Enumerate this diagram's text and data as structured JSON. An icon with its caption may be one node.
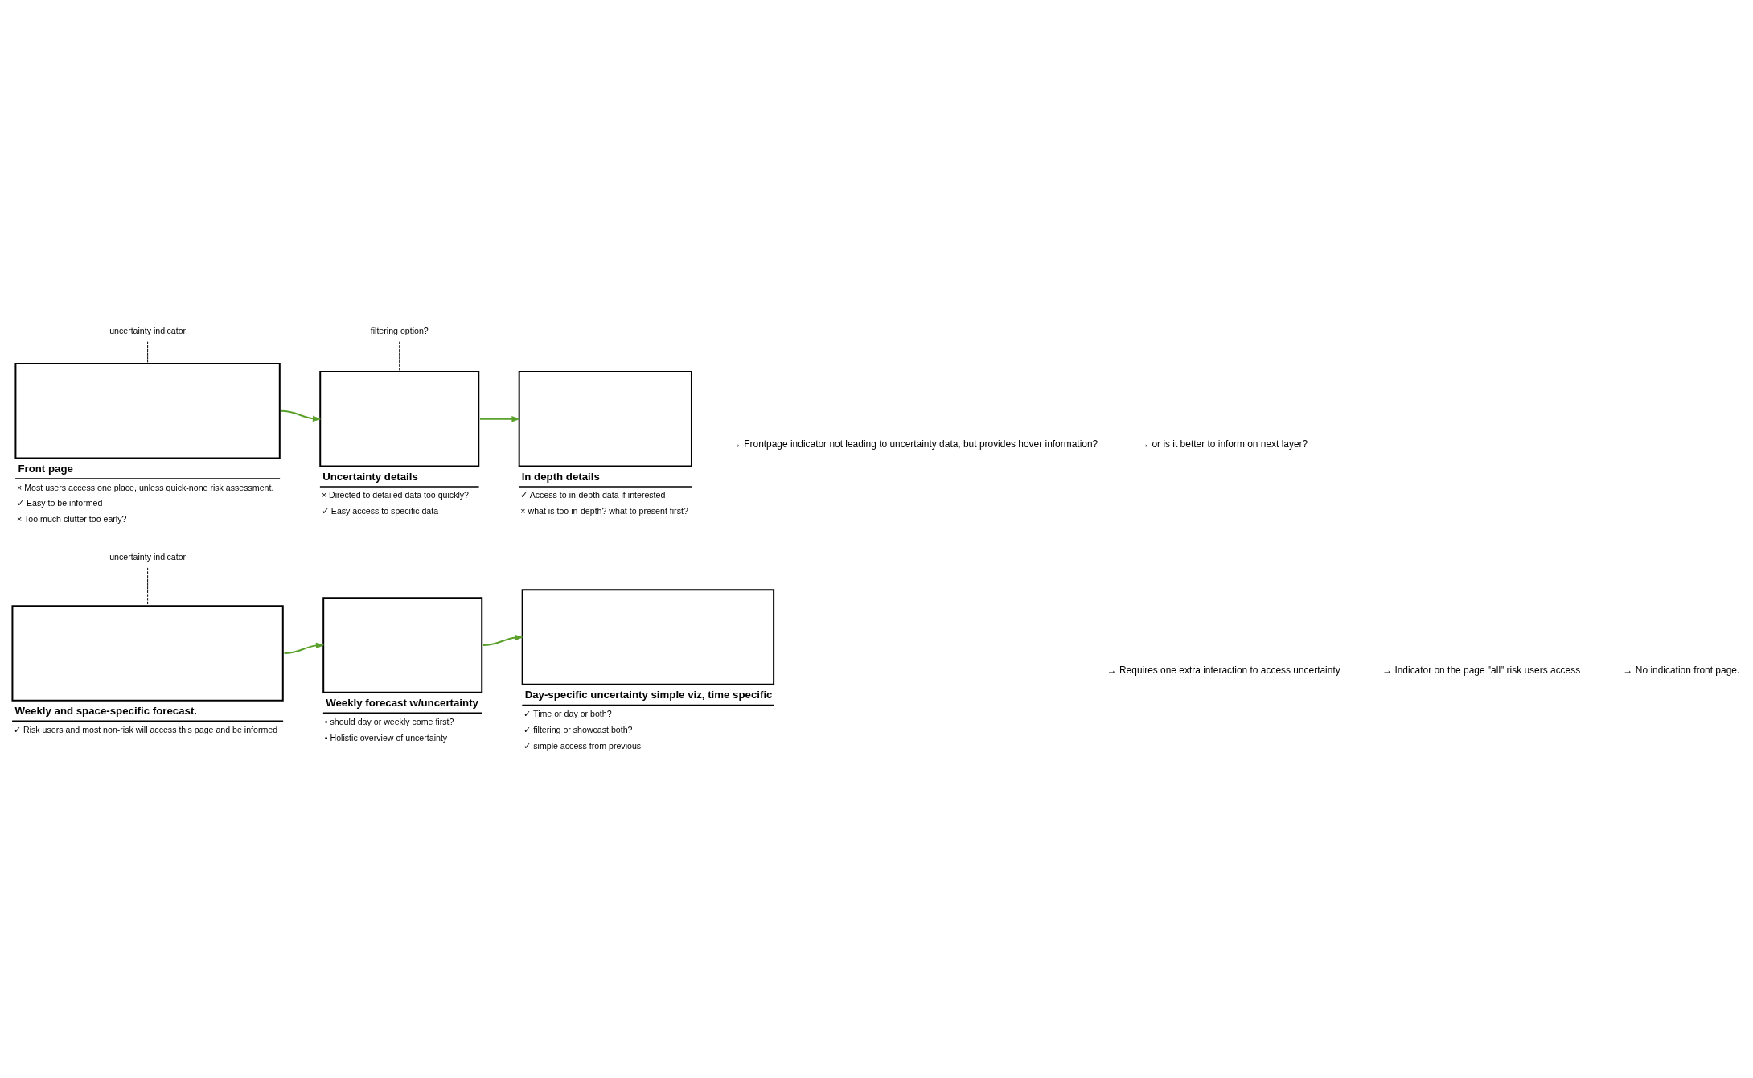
{
  "diagram": {
    "nodes": [
      {
        "text": [
          "Front page"
        ],
        "beside": [
          "× Most users access one place, unless quick-none risk assessment.",
          "✓ Easy to be informed",
          "× Too much clutter too early?"
        ]
      },
      {
        "text": [
          "Uncertainty details"
        ],
        "beside": [
          "× Directed to detailed data too quickly?",
          "✓ Easy access to specific data"
        ]
      },
      {
        "text": [
          "In depth details"
        ],
        "beside": [
          "✓ Access to in-depth data if interested",
          "× what is too in-depth? what to present first?"
        ]
      },
      {
        "text": [
          "Weekly and space-specific forecast."
        ],
        "beside": [
          "✓ Risk users and most non-risk will access this page and be informed"
        ]
      },
      {
        "text": [
          "Weekly forecast w/uncertainty"
        ],
        "beside": [
          "• should day or weekly come first?",
          "• Holistic overview of uncertainty"
        ]
      },
      {
        "text": [
          "Day-specific uncertainty simple viz, time specific"
        ],
        "beside": [
          "✓ Time or day or both?",
          "✓ filtering or showcast both?",
          "✓ simple access from previous."
        ]
      },
      {
        "text": [
          "uncertainty indicator"
        ]
      },
      {
        "text": [
          "filtering option?"
        ]
      },
      {
        "text": [
          "uncertainty indicator"
        ]
      }
    ],
    "edges": [
      {
        "from": 6,
        "to": 0,
        "arrow": "none",
        "style": "dashed",
        "color": "#000000"
      },
      {
        "from": 7,
        "to": 1,
        "arrow": "none",
        "style": "dashed",
        "color": "#000000"
      },
      {
        "from": 0,
        "to": 1,
        "arrow": "to"
      },
      {
        "from": 1,
        "to": 2,
        "arrow": "to"
      },
      {
        "from": 8,
        "to": 3,
        "arrow": "none",
        "style": "dashed",
        "color": "#000000"
      },
      {
        "from": 3,
        "to": 4,
        "arrow": "to"
      },
      {
        "from": 4,
        "to": 5,
        "arrow": "to"
      }
    ],
    "labels": [
      "→ Frontpage indicator not leading to uncertainty data, but provides hover information?",
      "→ or is it better to inform on next layer?",
      "→ Requires one extra interaction to access uncertainty",
      "→ Indicator on the page \"all\" risk users access",
      "→ No indication front page."
    ]
  }
}
